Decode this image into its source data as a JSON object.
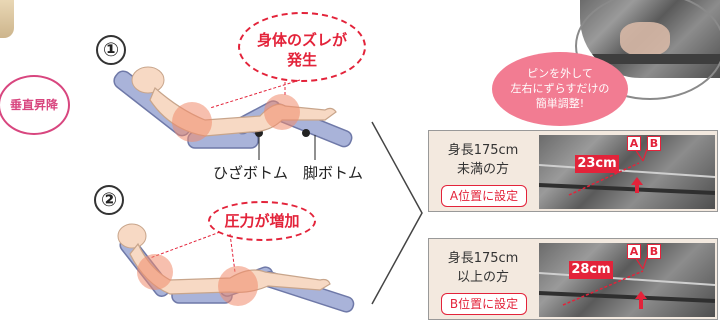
{
  "badge_vertical": "垂直昇降",
  "step1": {
    "number": "①",
    "bubble": [
      "身体のズレが",
      "発生"
    ]
  },
  "step2": {
    "number": "②",
    "bubble": "圧力が増加"
  },
  "labels": {
    "knee": "ひざボトム",
    "leg": "脚ボトム"
  },
  "tip": [
    "ピンを外して",
    "左右にずらすだけの",
    "簡単調整!"
  ],
  "panel_a": {
    "line1": "身長175cm",
    "line2": "未満の方",
    "button": "A位置に設定",
    "distance": "23cm",
    "tag_a": "A",
    "tag_b": "B"
  },
  "panel_b": {
    "line1": "身長175cm",
    "line2": "以上の方",
    "button": "B位置に設定",
    "distance": "28cm",
    "tag_a": "A",
    "tag_b": "B"
  },
  "colors": {
    "accent_red": "#e3233a",
    "pink": "#d8467f",
    "bed_blue": "#a9b3d9",
    "skin": "#f7d9c4",
    "panel_bg": "#f3e9df"
  }
}
